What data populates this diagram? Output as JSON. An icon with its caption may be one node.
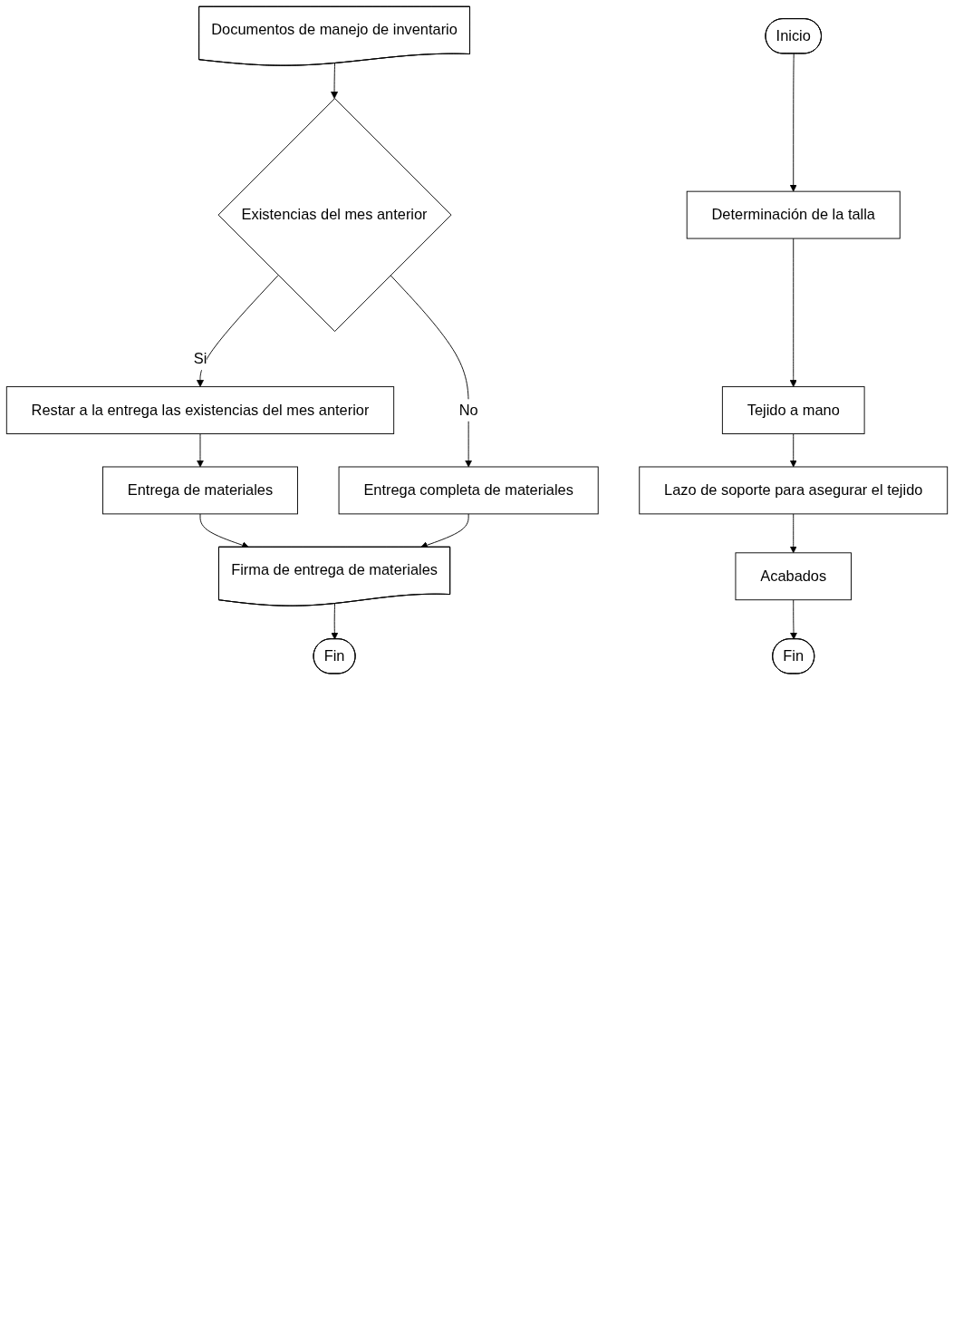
{
  "diagram": {
    "nodes": [
      {
        "text": [
          "Documentos de manejo de inventario"
        ]
      },
      {
        "text": [
          "Existencias del mes anterior"
        ]
      },
      {
        "text": [
          "Entrega completa de materiales"
        ]
      },
      {
        "text": [
          "Restar a la entrega las existencias del mes anterior"
        ]
      },
      {
        "text": [
          "Entrega de materiales"
        ]
      },
      {
        "text": [
          "Firma de entrega de materiales"
        ]
      },
      {
        "text": [
          "Fin"
        ]
      },
      {
        "text": [
          "Inicio"
        ]
      },
      {
        "text": [
          "Determinación de la talla"
        ]
      },
      {
        "text": [
          "Tejido a mano"
        ]
      },
      {
        "text": [
          "Lazo de soporte para asegurar el tejido"
        ]
      },
      {
        "text": [
          "Acabados"
        ]
      },
      {
        "text": [
          "Fin"
        ]
      }
    ],
    "edges": [
      {
        "from": 0,
        "to": 1,
        "arrow": "to"
      },
      {
        "from": 1,
        "to": 2,
        "label": "No",
        "arrow": "to"
      },
      {
        "from": 1,
        "to": 3,
        "label": "Si",
        "arrow": "to"
      },
      {
        "from": 3,
        "to": 4,
        "arrow": "to"
      },
      {
        "from": 4,
        "to": 5,
        "arrow": "to"
      },
      {
        "from": 2,
        "to": 5,
        "arrow": "to"
      },
      {
        "from": 5,
        "to": 6,
        "arrow": "to"
      },
      {
        "from": 7,
        "to": 8,
        "arrow": "to"
      },
      {
        "from": 8,
        "to": 9,
        "arrow": "to"
      },
      {
        "from": 9,
        "to": 10,
        "arrow": "to"
      },
      {
        "from": 10,
        "to": 11,
        "arrow": "to"
      },
      {
        "from": 11,
        "to": 12,
        "arrow": "to"
      }
    ]
  }
}
